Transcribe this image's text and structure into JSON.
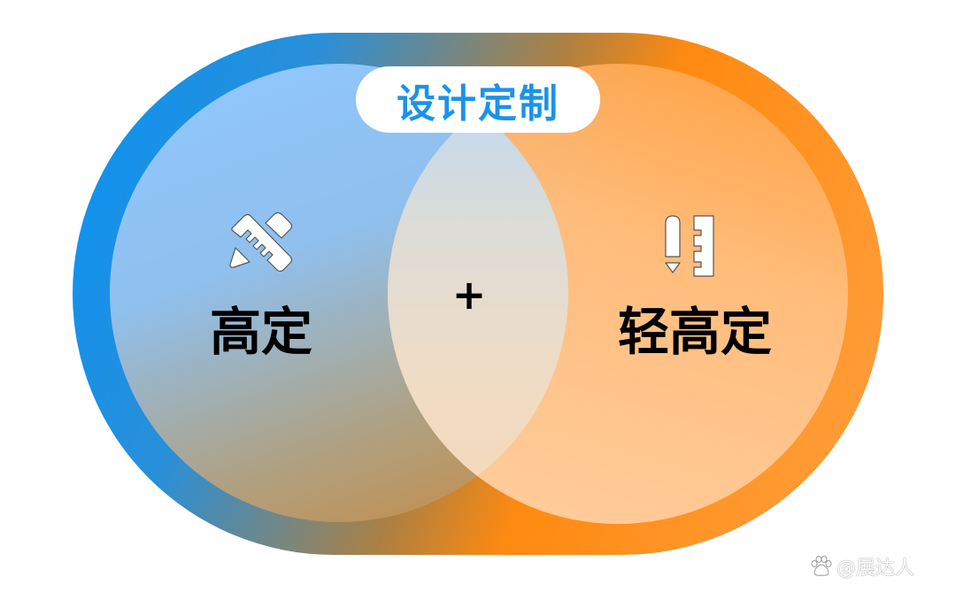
{
  "title": "设计定制",
  "left": {
    "label": "高定",
    "icon": "pencil-ruler-crossed-icon"
  },
  "center": {
    "operator": "+"
  },
  "right": {
    "label": "轻高定",
    "icon": "pencil-ruler-side-icon"
  },
  "watermark": {
    "logo": "du",
    "text": "@展达人"
  },
  "colors": {
    "blue": "#0893f5",
    "orange": "#ff8a10",
    "title": "#1a93ea"
  }
}
